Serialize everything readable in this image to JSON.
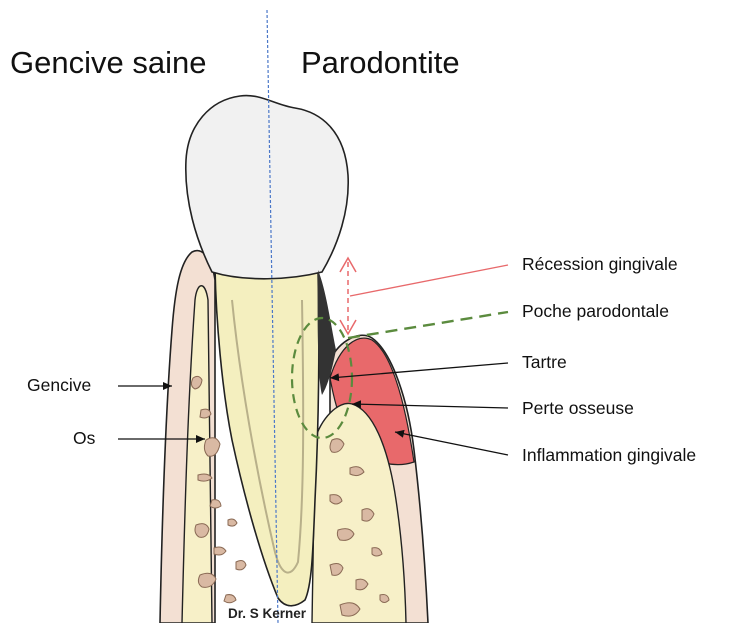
{
  "headings": {
    "left": "Gencive saine",
    "right": "Parodontite"
  },
  "labels": {
    "gencive": "Gencive",
    "os": "Os",
    "recession": "Récession gingivale",
    "poche": "Poche parodontale",
    "tartre": "Tartre",
    "perte": "Perte osseuse",
    "inflammation": "Inflammation gingivale"
  },
  "credit": "Dr. S Kerner",
  "colors": {
    "enamel": "#f1f1f1",
    "root": "#f4efbf",
    "bone": "#f7f0c8",
    "gum": "#f3e0d3",
    "inflamed_gum": "#e8696b",
    "tartar": "#333333",
    "bone_pores": "#d9b9a3",
    "recession_line": "#e8696b",
    "pocket_line": "#5b8b3e",
    "midline": "#4a77c8"
  }
}
